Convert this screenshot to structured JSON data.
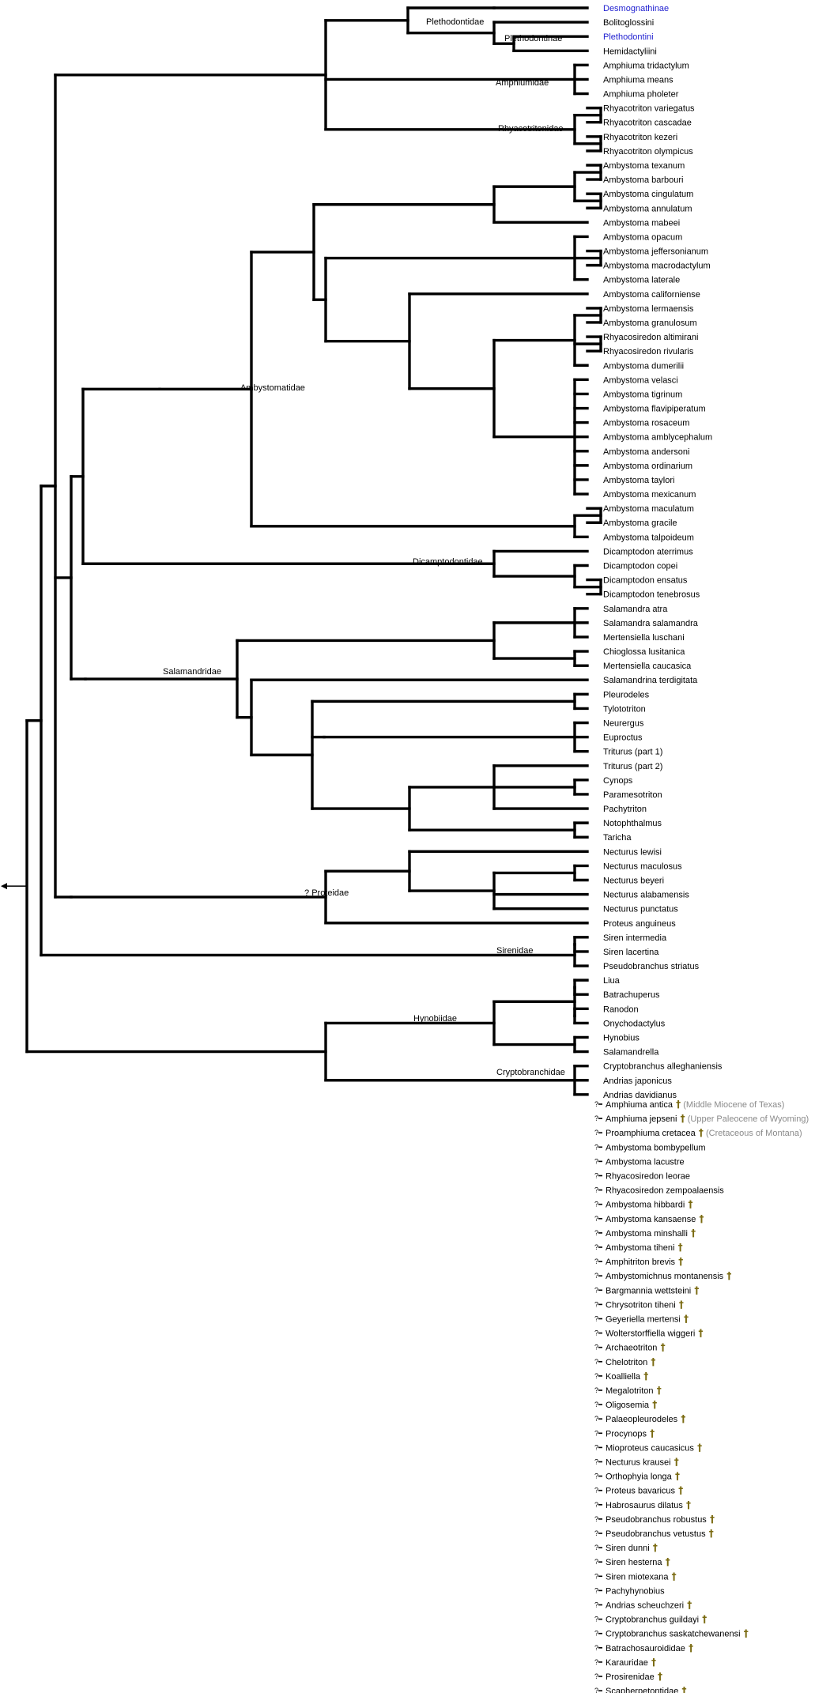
{
  "tree": {
    "root_marker": "arrow-left",
    "tips": [
      {
        "label": "Desmognathinae",
        "link": true
      },
      {
        "label": "Bolitoglossini"
      },
      {
        "label": "Plethodontini",
        "link": true
      },
      {
        "label": "Hemidactyliini"
      },
      {
        "label": "Amphiuma tridactylum"
      },
      {
        "label": "Amphiuma means"
      },
      {
        "label": "Amphiuma pholeter"
      },
      {
        "label": "Rhyacotriton variegatus"
      },
      {
        "label": "Rhyacotriton cascadae"
      },
      {
        "label": "Rhyacotriton kezeri"
      },
      {
        "label": "Rhyacotriton olympicus"
      },
      {
        "label": "Ambystoma texanum"
      },
      {
        "label": "Ambystoma barbouri"
      },
      {
        "label": "Ambystoma cingulatum"
      },
      {
        "label": "Ambystoma annulatum"
      },
      {
        "label": "Ambystoma mabeei"
      },
      {
        "label": "Ambystoma opacum"
      },
      {
        "label": "Ambystoma jeffersonianum"
      },
      {
        "label": "Ambystoma macrodactylum"
      },
      {
        "label": "Ambystoma laterale"
      },
      {
        "label": "Ambystoma californiense"
      },
      {
        "label": "Ambystoma lermaensis"
      },
      {
        "label": "Ambystoma granulosum"
      },
      {
        "label": "Rhyacosiredon altimirani"
      },
      {
        "label": "Rhyacosiredon rivularis"
      },
      {
        "label": "Ambystoma dumerilii"
      },
      {
        "label": "Ambystoma velasci"
      },
      {
        "label": "Ambystoma tigrinum"
      },
      {
        "label": "Ambystoma flavipiperatum"
      },
      {
        "label": "Ambystoma rosaceum"
      },
      {
        "label": "Ambystoma amblycephalum"
      },
      {
        "label": "Ambystoma andersoni"
      },
      {
        "label": "Ambystoma ordinarium"
      },
      {
        "label": "Ambystoma taylori"
      },
      {
        "label": "Ambystoma mexicanum"
      },
      {
        "label": "Ambystoma maculatum"
      },
      {
        "label": "Ambystoma gracile"
      },
      {
        "label": "Ambystoma talpoideum"
      },
      {
        "label": "Dicamptodon aterrimus"
      },
      {
        "label": "Dicamptodon copei"
      },
      {
        "label": "Dicamptodon ensatus"
      },
      {
        "label": "Dicamptodon tenebrosus"
      },
      {
        "label": "Salamandra atra"
      },
      {
        "label": "Salamandra salamandra"
      },
      {
        "label": "Mertensiella luschani"
      },
      {
        "label": "Chioglossa lusitanica"
      },
      {
        "label": "Mertensiella caucasica"
      },
      {
        "label": "Salamandrina terdigitata"
      },
      {
        "label": "Pleurodeles"
      },
      {
        "label": "Tylototriton"
      },
      {
        "label": "Neurergus"
      },
      {
        "label": "Euproctus"
      },
      {
        "label": "Triturus (part 1)"
      },
      {
        "label": "Triturus (part 2)"
      },
      {
        "label": "Cynops"
      },
      {
        "label": "Paramesotriton"
      },
      {
        "label": "Pachytriton"
      },
      {
        "label": "Notophthalmus"
      },
      {
        "label": "Taricha"
      },
      {
        "label": "Necturus lewisi"
      },
      {
        "label": "Necturus maculosus"
      },
      {
        "label": "Necturus beyeri"
      },
      {
        "label": "Necturus alabamensis"
      },
      {
        "label": "Necturus punctatus"
      },
      {
        "label": "Proteus anguineus"
      },
      {
        "label": "Siren intermedia"
      },
      {
        "label": "Siren lacertina"
      },
      {
        "label": "Pseudobranchus striatus"
      },
      {
        "label": "Liua"
      },
      {
        "label": "Batrachuperus"
      },
      {
        "label": "Ranodon"
      },
      {
        "label": "Onychodactylus"
      },
      {
        "label": "Hynobius"
      },
      {
        "label": "Salamandrella"
      },
      {
        "label": "Cryptobranchus alleghaniensis"
      },
      {
        "label": "Andrias japonicus"
      },
      {
        "label": "Andrias davidianus"
      }
    ],
    "clades": [
      {
        "label": "Plethodontidae"
      },
      {
        "label": "Plethodontinae"
      },
      {
        "label": "Amphiumidae"
      },
      {
        "label": "Rhyacotritonidae"
      },
      {
        "label": "Ambystomatidae"
      },
      {
        "label": "Dicamptodontidae"
      },
      {
        "label": "Salamandridae"
      },
      {
        "label": "Proteidae",
        "prefix": "?"
      },
      {
        "label": "Sirenidae"
      },
      {
        "label": "Hynobiidae"
      },
      {
        "label": "Cryptobranchidae"
      }
    ],
    "uncertain_marker": "?",
    "extinct_marker": "†",
    "unplaced": [
      {
        "label": "Amphiuma antica",
        "extinct": true,
        "note": "(Middle Miocene of Texas)"
      },
      {
        "label": "Amphiuma jepseni",
        "extinct": true,
        "note": "(Upper Paleocene of Wyoming)"
      },
      {
        "label": "Proamphiuma cretacea",
        "extinct": true,
        "note": "(Cretaceous of Montana)"
      },
      {
        "label": "Ambystoma bombypellum",
        "extinct": false
      },
      {
        "label": "Ambystoma lacustre",
        "extinct": false
      },
      {
        "label": "Rhyacosiredon leorae",
        "extinct": false
      },
      {
        "label": "Rhyacosiredon zempoalaensis",
        "extinct": false
      },
      {
        "label": "Ambystoma hibbardi",
        "extinct": true
      },
      {
        "label": "Ambystoma kansaense",
        "extinct": true
      },
      {
        "label": "Ambystoma minshalli",
        "extinct": true
      },
      {
        "label": "Ambystoma tiheni",
        "extinct": true
      },
      {
        "label": "Amphitriton brevis",
        "extinct": true
      },
      {
        "label": "Ambystomichnus montanensis",
        "extinct": true
      },
      {
        "label": "Bargmannia wettsteini",
        "extinct": true
      },
      {
        "label": "Chrysotriton tiheni",
        "extinct": true
      },
      {
        "label": "Geyeriella mertensi",
        "extinct": true
      },
      {
        "label": "Wolterstorffiella wiggeri",
        "extinct": true
      },
      {
        "label": "Archaeotriton",
        "extinct": true
      },
      {
        "label": "Chelotriton",
        "extinct": true
      },
      {
        "label": "Koalliella",
        "extinct": true
      },
      {
        "label": "Megalotriton",
        "extinct": true
      },
      {
        "label": "Oligosemia",
        "extinct": true
      },
      {
        "label": "Palaeopleurodeles",
        "extinct": true
      },
      {
        "label": "Procynops",
        "extinct": true
      },
      {
        "label": "Mioproteus caucasicus",
        "extinct": true
      },
      {
        "label": "Necturus krausei",
        "extinct": true
      },
      {
        "label": "Orthophyia longa",
        "extinct": true
      },
      {
        "label": "Proteus bavaricus",
        "extinct": true
      },
      {
        "label": "Habrosaurus dilatus",
        "extinct": true
      },
      {
        "label": "Pseudobranchus robustus",
        "extinct": true
      },
      {
        "label": "Pseudobranchus vetustus",
        "extinct": true
      },
      {
        "label": "Siren dunni",
        "extinct": true
      },
      {
        "label": "Siren hesterna",
        "extinct": true
      },
      {
        "label": "Siren miotexana",
        "extinct": true
      },
      {
        "label": "Pachyhynobius",
        "extinct": false
      },
      {
        "label": "Andrias scheuchzeri",
        "extinct": true
      },
      {
        "label": "Cryptobranchus guildayi",
        "extinct": true
      },
      {
        "label": "Cryptobranchus saskatchewanensi",
        "extinct": true
      },
      {
        "label": "Batrachosauroididae",
        "extinct": true
      },
      {
        "label": "Karauridae",
        "extinct": true
      },
      {
        "label": "Prosirenidae",
        "extinct": true
      },
      {
        "label": "Scapherpetontidae",
        "extinct": true
      }
    ]
  }
}
